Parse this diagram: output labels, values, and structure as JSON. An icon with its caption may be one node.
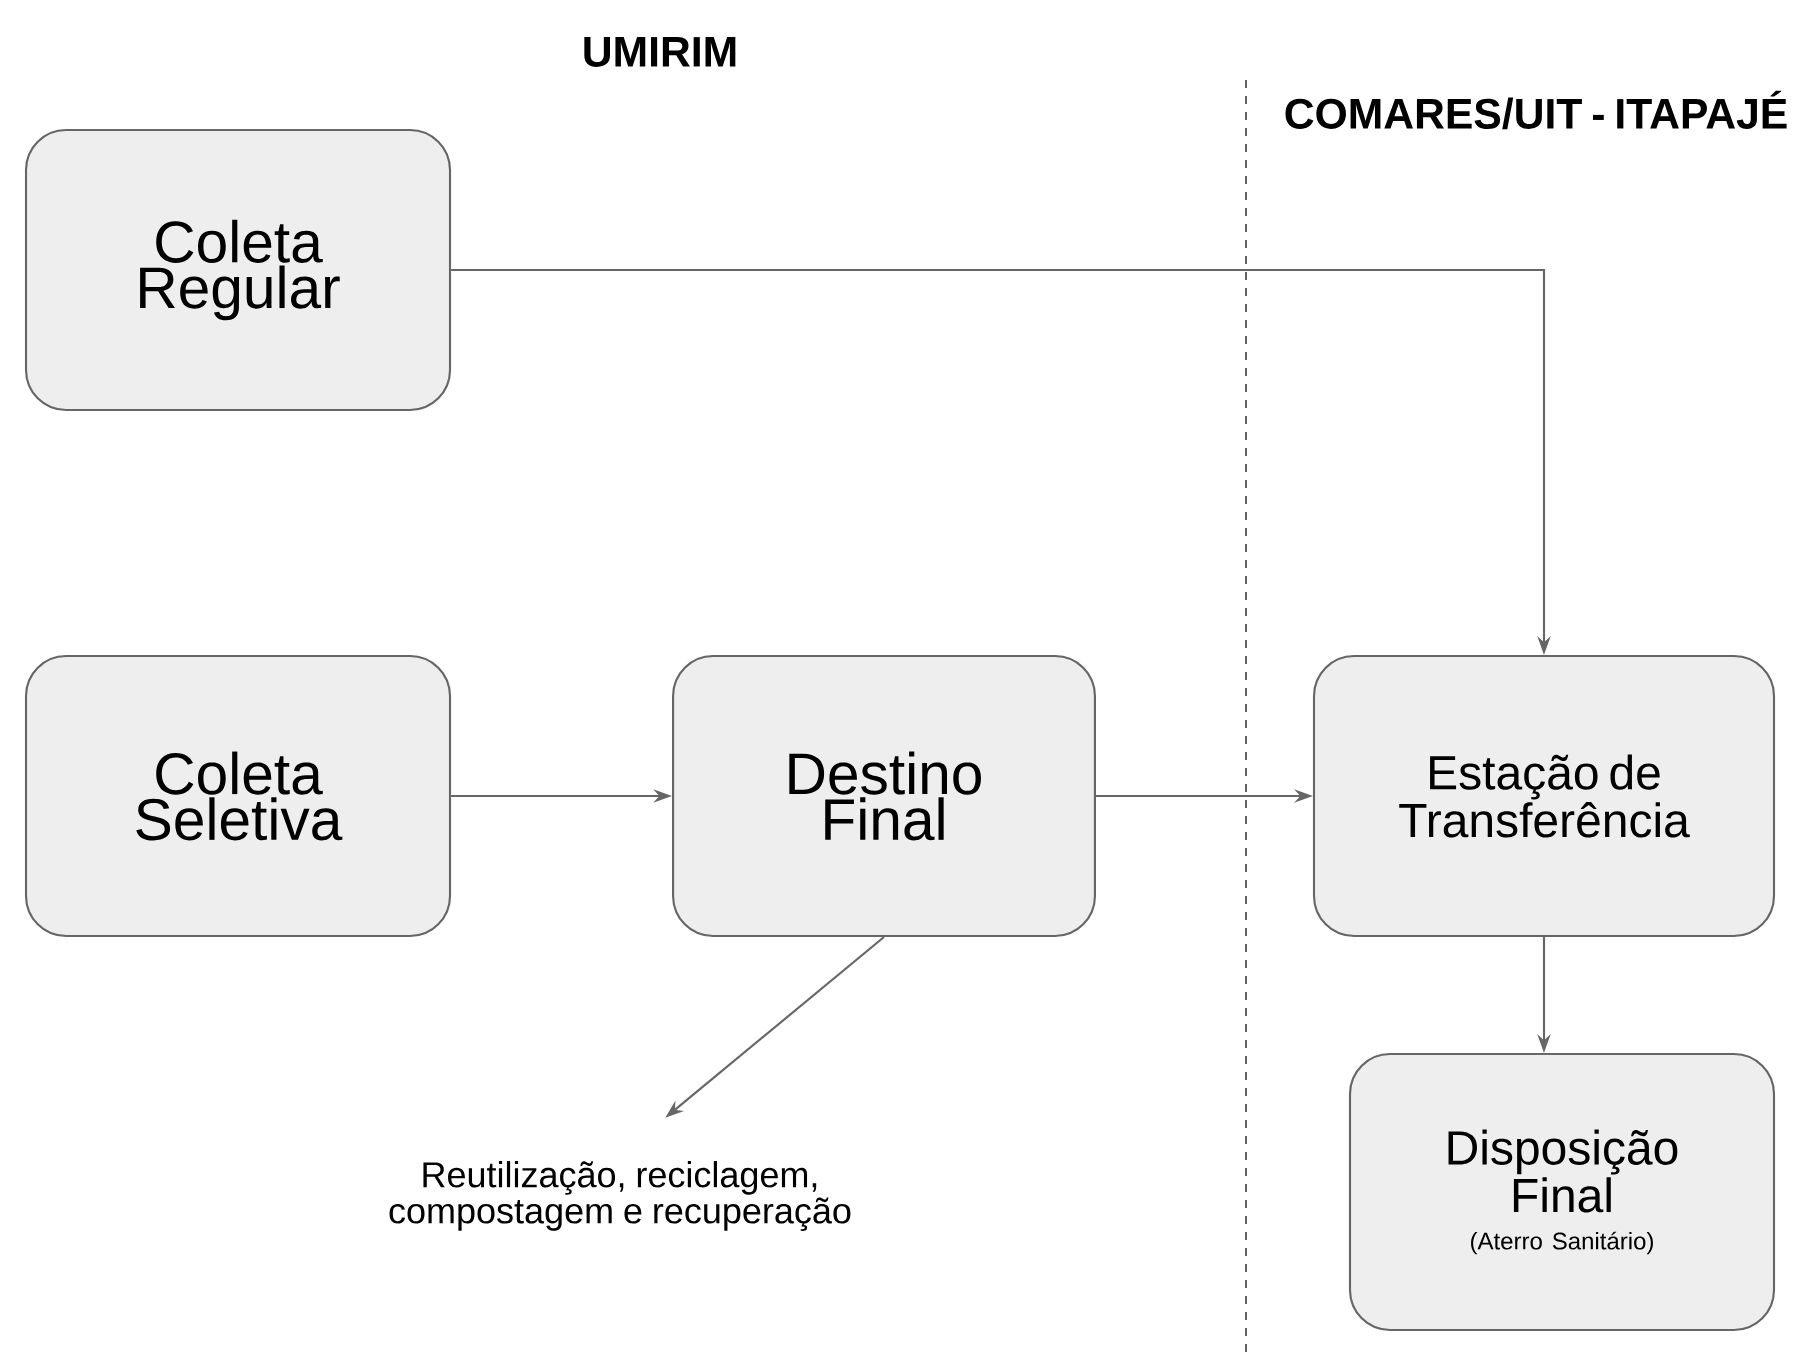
{
  "diagram": {
    "nodes": [
      {
        "text": [
          "Coleta Regular"
        ]
      },
      {
        "text": [
          "Coleta Seletiva"
        ]
      },
      {
        "text": [
          "Destino Final"
        ]
      },
      {
        "text": [
          "Estação de Transferência"
        ]
      },
      {
        "text": [
          "Disposição Final",
          "(Aterro Sanitário)"
        ]
      },
      {
        "text": [
          "Reutilização, reciclagem, compostagem e recuperação"
        ]
      }
    ],
    "edges": [
      {
        "from": 0,
        "to": 3,
        "arrow": "to"
      },
      {
        "from": 1,
        "to": 2,
        "arrow": "to"
      },
      {
        "from": 2,
        "to": 3,
        "arrow": "to"
      },
      {
        "from": 3,
        "to": 4,
        "arrow": "to"
      },
      {
        "from": 2,
        "to": 5,
        "arrow": "to"
      }
    ],
    "labels": [
      "UMIRIM",
      "COMARES/UIT - ITAPAJÉ"
    ]
  }
}
